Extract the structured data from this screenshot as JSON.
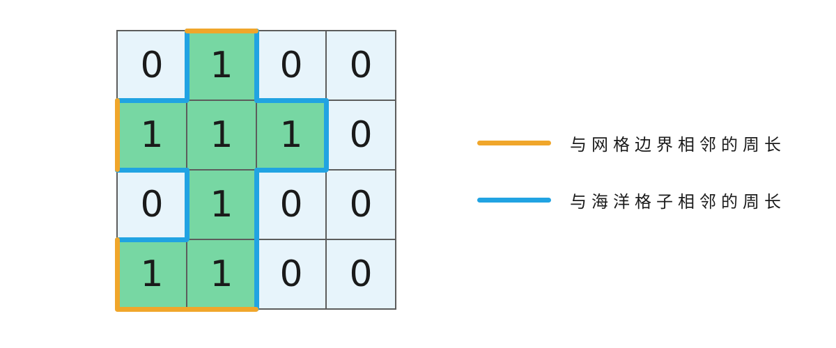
{
  "grid": {
    "rows": 4,
    "cols": 4,
    "cell_size": 100,
    "values": [
      [
        0,
        1,
        0,
        0
      ],
      [
        1,
        1,
        1,
        0
      ],
      [
        0,
        1,
        0,
        0
      ],
      [
        1,
        1,
        0,
        0
      ]
    ],
    "colors": {
      "land": "#77D7A3",
      "water": "#E7F4FB",
      "grid_line": "#5C5C5C",
      "boundary_perimeter": "#F0A62B",
      "ocean_perimeter": "#21A3E2"
    }
  },
  "perimeter_segments": [
    {
      "type": "ocean",
      "edge": "left",
      "row": 0,
      "col": 1
    },
    {
      "type": "ocean",
      "edge": "right",
      "row": 0,
      "col": 1
    },
    {
      "type": "ocean",
      "edge": "top",
      "row": 1,
      "col": 0
    },
    {
      "type": "ocean",
      "edge": "bottom",
      "row": 1,
      "col": 0
    },
    {
      "type": "ocean",
      "edge": "top",
      "row": 1,
      "col": 2
    },
    {
      "type": "ocean",
      "edge": "right",
      "row": 1,
      "col": 2
    },
    {
      "type": "ocean",
      "edge": "bottom",
      "row": 1,
      "col": 2
    },
    {
      "type": "ocean",
      "edge": "left",
      "row": 2,
      "col": 1
    },
    {
      "type": "ocean",
      "edge": "right",
      "row": 2,
      "col": 1
    },
    {
      "type": "ocean",
      "edge": "top",
      "row": 3,
      "col": 0
    },
    {
      "type": "ocean",
      "edge": "right",
      "row": 3,
      "col": 1
    },
    {
      "type": "boundary",
      "edge": "top",
      "row": 0,
      "col": 1
    },
    {
      "type": "boundary",
      "edge": "left",
      "row": 1,
      "col": 0
    },
    {
      "type": "boundary",
      "edge": "left",
      "row": 3,
      "col": 0
    },
    {
      "type": "boundary",
      "edge": "bottom",
      "row": 3,
      "col": 0
    },
    {
      "type": "boundary",
      "edge": "bottom",
      "row": 3,
      "col": 1
    }
  ],
  "legend": {
    "items": [
      {
        "key": "boundary",
        "color": "#F0A62B",
        "label": "与网格边界相邻的周长"
      },
      {
        "key": "ocean",
        "color": "#21A3E2",
        "label": "与海洋格子相邻的周长"
      }
    ]
  }
}
